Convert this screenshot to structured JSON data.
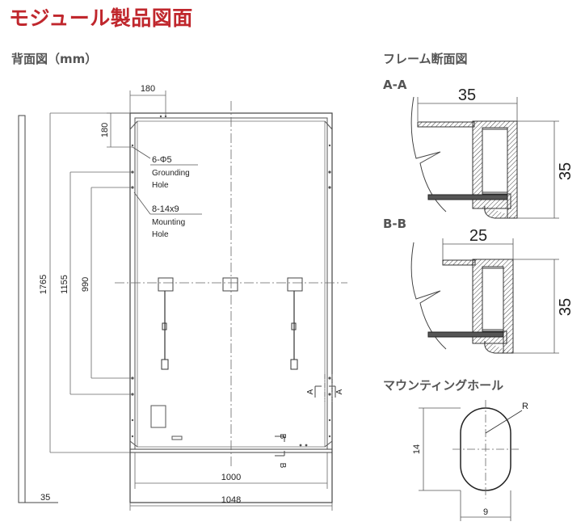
{
  "title": "モジュール製品図面",
  "back_view": {
    "title": "背面図（mm）",
    "dims": {
      "width_inner": "1000",
      "width_outer": "1048",
      "height_total": "1765",
      "height_ground": "1155",
      "height_mount": "990",
      "top_offset_h": "180",
      "top_offset_v": "180",
      "frame_depth": "35"
    },
    "callouts": {
      "ground_spec": "6-Φ5",
      "ground_line1": "Grounding",
      "ground_line2": "Hole",
      "mount_spec": "8-14x9",
      "mount_line1": "Mounting",
      "mount_line2": "Hole"
    },
    "section_marks": {
      "a": "A",
      "b": "B"
    }
  },
  "frame_section": {
    "title": "フレーム断面図",
    "aa": {
      "label": "A-A",
      "width": "35",
      "height": "35"
    },
    "bb": {
      "label": "B-B",
      "width": "25",
      "height": "35"
    }
  },
  "mounting_hole": {
    "title": "マウンティングホール",
    "radius": "R",
    "height": "14",
    "width": "9"
  }
}
